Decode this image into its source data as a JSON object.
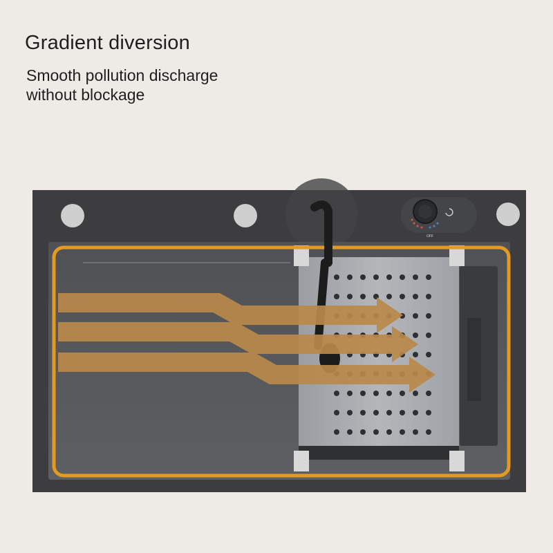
{
  "headline": "Gradient diversion",
  "subline": {
    "line1": "Smooth pollution discharge",
    "line2": "without blockage"
  },
  "faucet_knob": {
    "off_label": "OFF"
  },
  "colors": {
    "background": "#eeebe7",
    "sink_top": "#3d3d3f",
    "basin": "#55575a",
    "highlight_outline": "#e39a24",
    "flow_arrows": "#b9894b",
    "drain_tray": "#a8aaae"
  },
  "icons": [
    "tap-hole-icon",
    "faucet-icon",
    "control-knob-icon",
    "flow-arrow-icon"
  ]
}
